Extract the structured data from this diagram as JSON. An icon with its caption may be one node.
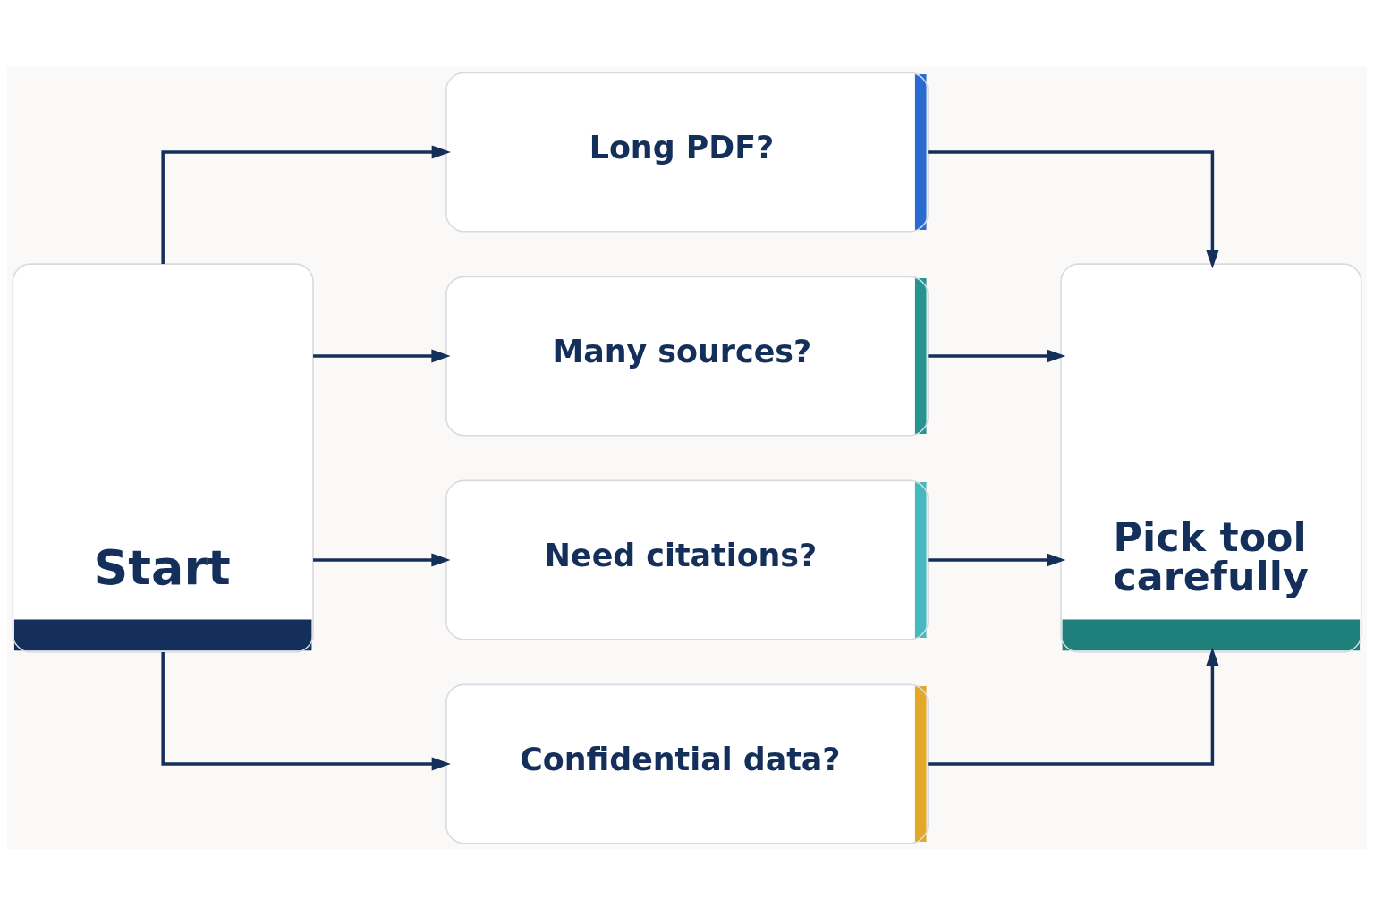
{
  "diagram": {
    "nodes": [
      {
        "text": [
          "Start"
        ]
      },
      {
        "text": [
          "Long PDF?"
        ]
      },
      {
        "text": [
          "Many sources?"
        ]
      },
      {
        "text": [
          "Need citations?"
        ]
      },
      {
        "text": [
          "Confidential data?"
        ]
      },
      {
        "text": [
          "Pick tool carefully"
        ]
      }
    ],
    "edges": [
      {
        "from": 0,
        "to": 1,
        "arrow": "to"
      },
      {
        "from": 0,
        "to": 2,
        "arrow": "to"
      },
      {
        "from": 0,
        "to": 3,
        "arrow": "to"
      },
      {
        "from": 0,
        "to": 4,
        "arrow": "to"
      },
      {
        "from": 1,
        "to": 5,
        "arrow": "to"
      },
      {
        "from": 2,
        "to": 5,
        "arrow": "to"
      },
      {
        "from": 3,
        "to": 5,
        "arrow": "to"
      },
      {
        "from": 4,
        "to": 5,
        "arrow": "to"
      }
    ]
  }
}
